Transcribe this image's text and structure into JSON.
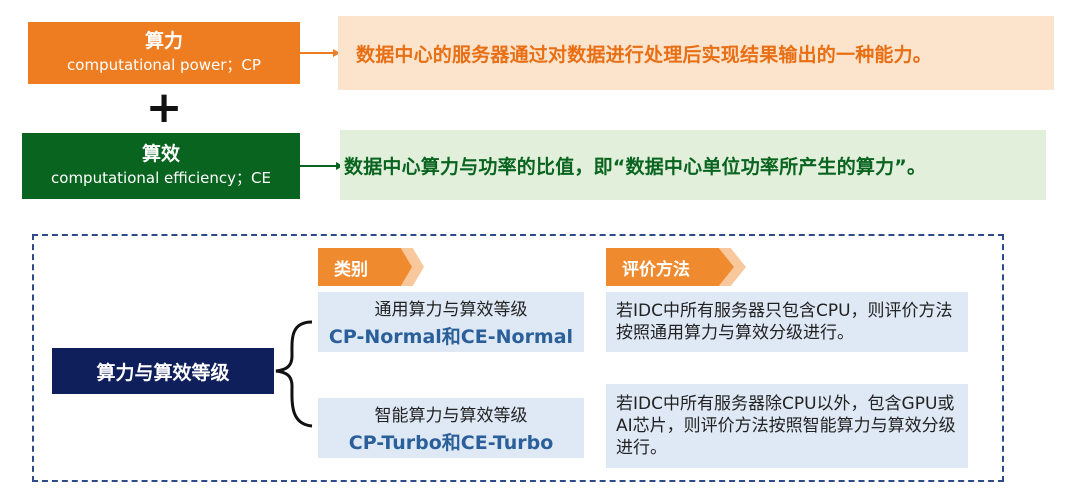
{
  "definitions": {
    "cp": {
      "title": "算力",
      "subtitle": "computational power；CP",
      "description": "数据中心的服务器通过对数据进行处理后实现结果输出的一种能力。"
    },
    "plus": "+",
    "ce": {
      "title": "算效",
      "subtitle": "computational efficiency；CE",
      "description": "数据中心算力与功率的比值，即“数据中心单位功率所产生的算力”。"
    }
  },
  "grading": {
    "title": "算力与算效等级",
    "headers": {
      "category": "类别",
      "evaluation": "评价方法"
    },
    "rows": [
      {
        "category_name": "通用算力与算效等级",
        "category_code": "CP-Normal和CE-Normal",
        "evaluation": "若IDC中所有服务器只包含CPU，则评价方法按照通用算力与算效分级进行。"
      },
      {
        "category_name": "智能算力与算效等级",
        "category_code": "CP-Turbo和CE-Turbo",
        "evaluation": "若IDC中所有服务器除CPU以外，包含GPU或AI芯片，则评价方法按照智能算力与算效分级进行。"
      }
    ]
  },
  "colors": {
    "orange": "#ee7d21",
    "light_orange": "#fce3cc",
    "green": "#08641f",
    "light_green": "#e2efdb",
    "navy": "#0f1f5c",
    "light_blue": "#dfe9f5",
    "code_blue": "#2a5f9a",
    "dash_border": "#2f4a8a"
  }
}
